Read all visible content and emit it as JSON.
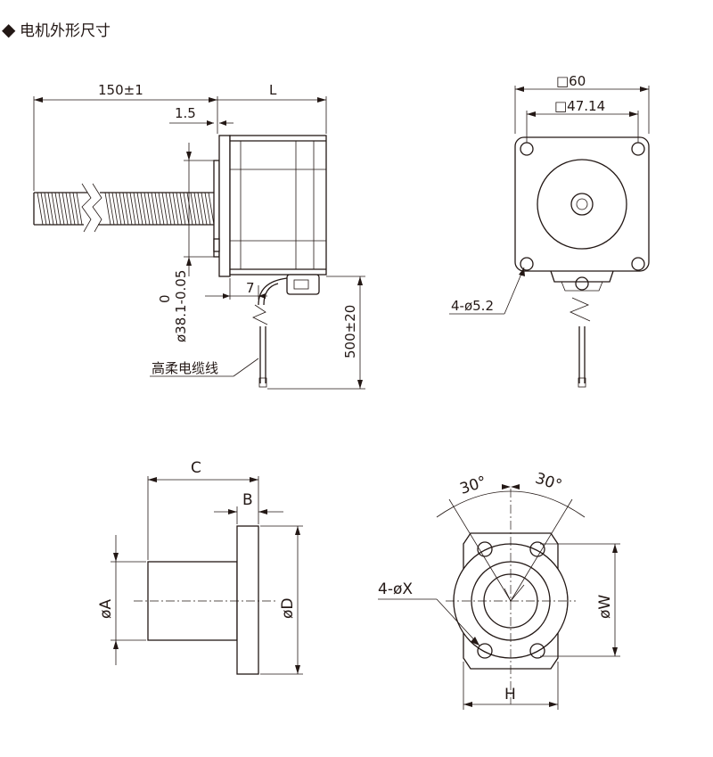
{
  "heading": {
    "marker": "◆",
    "text": "电机外形尺寸"
  },
  "motor_side_view": {
    "shaft_length": "150±1",
    "body_length": "L",
    "flange_offset": "1.5",
    "pilot_diameter": "ø38.1-0.05",
    "pilot_tolerance_upper": "0",
    "cable_offset": "7",
    "cable_length": "500±20",
    "cable_label": "高柔电缆线"
  },
  "motor_front_view": {
    "frame_size": "□60",
    "hole_spacing": "□47.14",
    "mounting_holes": "4-ø5.2"
  },
  "nut_side_view": {
    "length": "C",
    "flange_thickness": "B",
    "body_diameter": "øA",
    "flange_diameter": "øD"
  },
  "nut_front_view": {
    "angle_left": "30°",
    "angle_right": "30°",
    "holes": "4-øX",
    "pcd": "øW",
    "flat_width": "H"
  },
  "icons": [
    "diamond-bullet-icon"
  ]
}
